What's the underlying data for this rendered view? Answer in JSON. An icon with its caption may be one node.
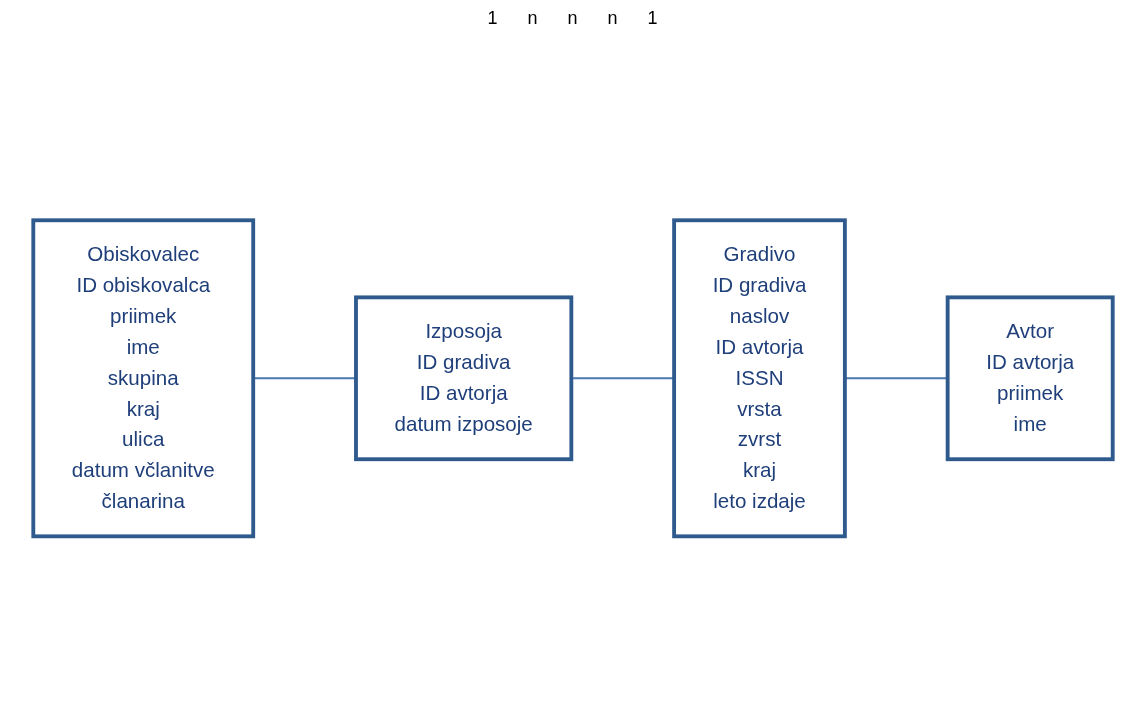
{
  "diagram": {
    "nodes": [
      {
        "text": [
          "Obiskovalec",
          "ID obiskovalca",
          "priimek",
          "ime",
          "skupina",
          "kraj",
          "ulica",
          "datum včlanitve",
          "članarina"
        ]
      },
      {
        "text": [
          "Izposoja",
          "ID gradiva",
          "ID avtorja",
          "datum izposoje"
        ]
      },
      {
        "text": [
          "Gradivo",
          "ID gradiva",
          "naslov",
          "ID avtorja",
          "ISSN",
          "vrsta",
          "zvrst",
          "kraj",
          "leto izdaje"
        ]
      },
      {
        "text": [
          "Avtor",
          "ID avtorja",
          "priimek",
          "ime"
        ]
      }
    ],
    "edges": [
      {
        "from": 0,
        "to": 1,
        "arrow": "none"
      },
      {
        "from": 1,
        "to": 2,
        "arrow": "none"
      },
      {
        "from": 2,
        "to": 3,
        "arrow": "none"
      }
    ],
    "labels": [
      "1",
      "n",
      "n",
      "n",
      "1"
    ]
  }
}
